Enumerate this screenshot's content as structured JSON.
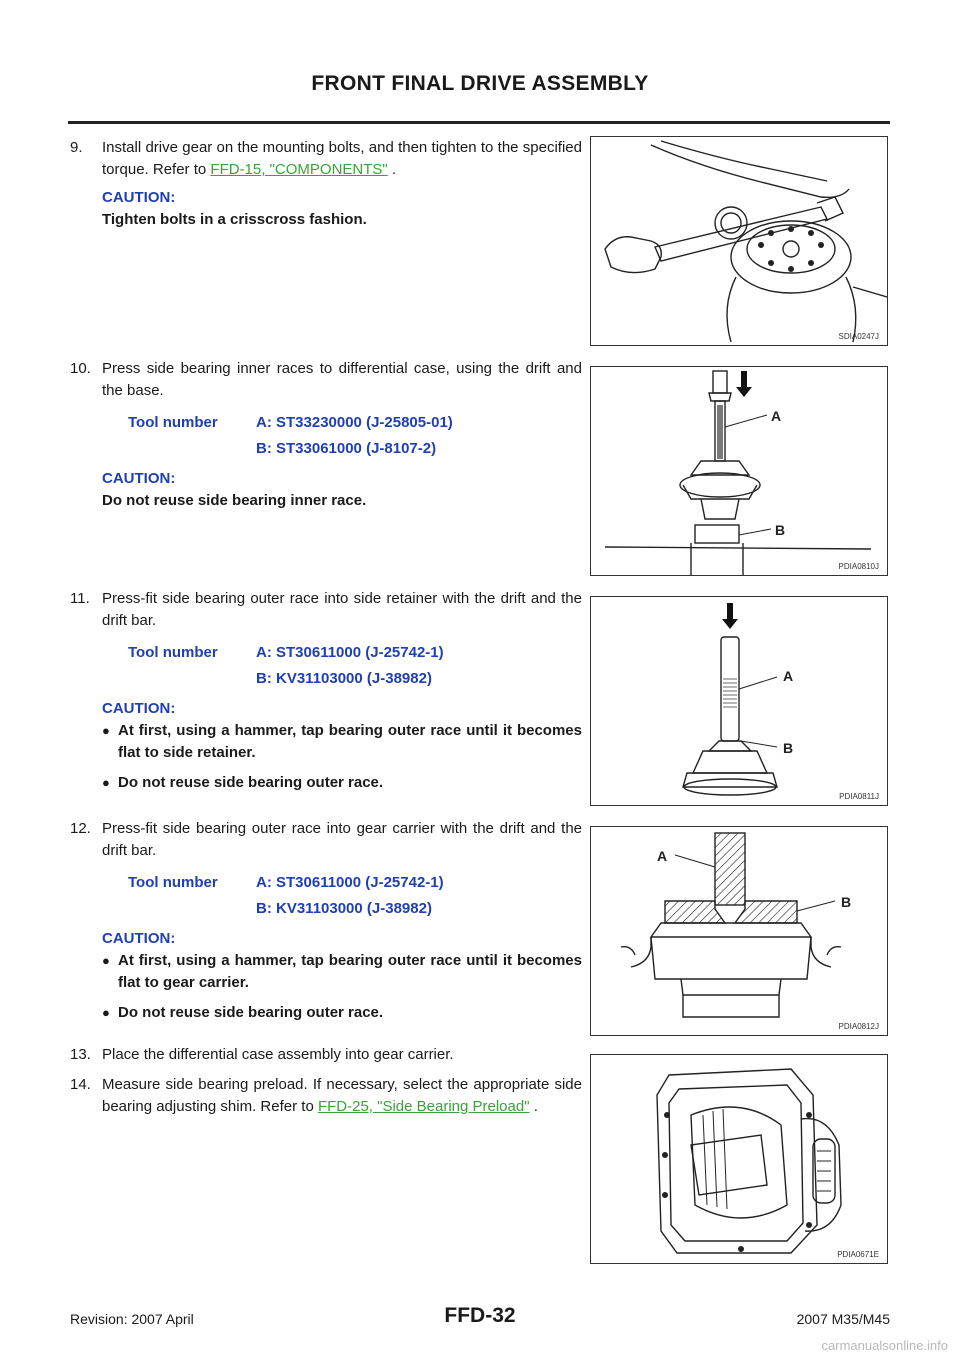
{
  "header": {
    "title": "FRONT FINAL DRIVE ASSEMBLY"
  },
  "steps": [
    {
      "num": "9.",
      "text_before": "Install drive gear on the mounting bolts, and then tighten to the specified torque. Refer to ",
      "link": "FFD-15, \"COMPONENTS\"",
      "text_after": " .",
      "caution_title": "CAUTION:",
      "caution": "Tighten bolts in a crisscross fashion."
    },
    {
      "num": "10.",
      "text": "Press side bearing inner races to differential case, using the drift and the base.",
      "tool_label": "Tool number",
      "tool_a": "A: ST33230000 (J-25805-01)",
      "tool_b": "B: ST33061000 (J-8107-2)",
      "caution_title": "CAUTION:",
      "caution": "Do not reuse side bearing inner race."
    },
    {
      "num": "11.",
      "text": "Press-fit side bearing outer race into side retainer with the drift and the drift bar.",
      "tool_label": "Tool number",
      "tool_a": "A: ST30611000 (J-25742-1)",
      "tool_b": "B: KV31103000 (J-38982)",
      "caution_title": "CAUTION:",
      "bullet_1": "At first, using a hammer, tap bearing outer race until it becomes flat to side retainer.",
      "bullet_2": "Do not reuse side bearing outer race."
    },
    {
      "num": "12.",
      "text": "Press-fit side bearing outer race into gear carrier with the drift and the drift bar.",
      "tool_label": "Tool number",
      "tool_a": "A: ST30611000 (J-25742-1)",
      "tool_b": "B: KV31103000 (J-38982)",
      "caution_title": "CAUTION:",
      "bullet_1": "At first, using a hammer, tap bearing outer race until it becomes flat to gear carrier.",
      "bullet_2": "Do not reuse side bearing outer race."
    },
    {
      "num": "13.",
      "text": "Place the differential case assembly into gear carrier."
    },
    {
      "num": "14.",
      "text_before": "Measure side bearing preload. If necessary, select the appropriate side bearing adjusting shim. Refer to ",
      "link": "FFD-25, \"Side Bearing Preload\"",
      "text_after": " ."
    }
  ],
  "figures": [
    {
      "code": "SDIA0247J"
    },
    {
      "code": "PDIA0810J",
      "label_a": "A",
      "label_b": "B"
    },
    {
      "code": "PDIA0811J",
      "label_a": "A",
      "label_b": "B"
    },
    {
      "code": "PDIA0812J",
      "label_a": "A",
      "label_b": "B"
    },
    {
      "code": "PDIA0671E"
    }
  ],
  "footer": {
    "page_number": "FFD-32",
    "revision": "Revision: 2007 April",
    "model": "2007 M35/M45",
    "watermark": "carmanualsonline.info"
  },
  "colors": {
    "caution": "#1f3fb5",
    "link": "#3aa23a"
  }
}
